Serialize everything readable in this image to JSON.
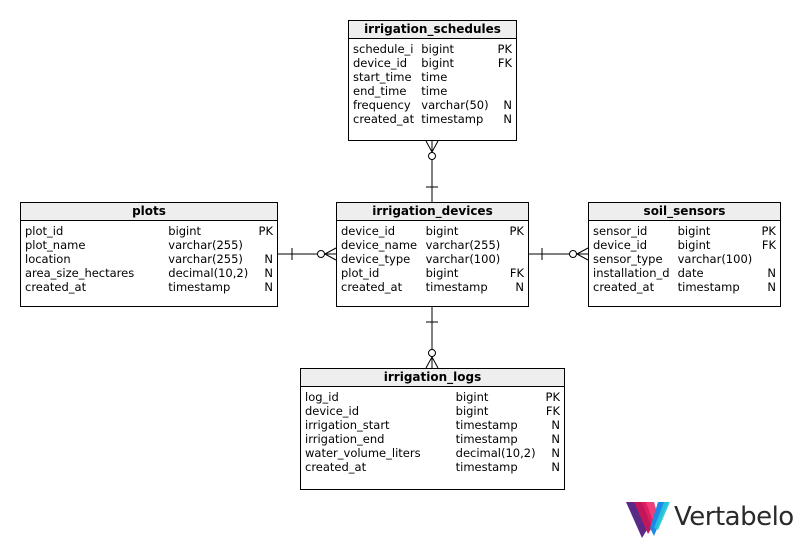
{
  "tables": {
    "irrigation_schedules": {
      "title": "irrigation_schedules",
      "rows": [
        [
          "schedule_i",
          "bigint",
          "PK"
        ],
        [
          "device_id",
          "bigint",
          "FK"
        ],
        [
          "start_time",
          "time",
          ""
        ],
        [
          "end_time",
          "time",
          ""
        ],
        [
          "frequency",
          "varchar(50)",
          "N"
        ],
        [
          "created_at",
          "timestamp",
          "N"
        ]
      ]
    },
    "plots": {
      "title": "plots",
      "rows": [
        [
          "plot_id",
          "bigint",
          "PK"
        ],
        [
          "plot_name",
          "varchar(255)",
          ""
        ],
        [
          "location",
          "varchar(255)",
          "N"
        ],
        [
          "area_size_hectares",
          "decimal(10,2)",
          "N"
        ],
        [
          "created_at",
          "timestamp",
          "N"
        ]
      ]
    },
    "irrigation_devices": {
      "title": "irrigation_devices",
      "rows": [
        [
          "device_id",
          "bigint",
          "PK"
        ],
        [
          "device_name",
          "varchar(255)",
          ""
        ],
        [
          "device_type",
          "varchar(100)",
          ""
        ],
        [
          "plot_id",
          "bigint",
          "FK"
        ],
        [
          "created_at",
          "timestamp",
          "N"
        ]
      ]
    },
    "soil_sensors": {
      "title": "soil_sensors",
      "rows": [
        [
          "sensor_id",
          "bigint",
          "PK"
        ],
        [
          "device_id",
          "bigint",
          "FK"
        ],
        [
          "sensor_type",
          "varchar(100)",
          ""
        ],
        [
          "installation_d",
          "date",
          "N"
        ],
        [
          "created_at",
          "timestamp",
          "N"
        ]
      ]
    },
    "irrigation_logs": {
      "title": "irrigation_logs",
      "rows": [
        [
          "log_id",
          "bigint",
          "PK"
        ],
        [
          "device_id",
          "bigint",
          "FK"
        ],
        [
          "irrigation_start",
          "timestamp",
          "N"
        ],
        [
          "irrigation_end",
          "timestamp",
          "N"
        ],
        [
          "water_volume_liters",
          "decimal(10,2)",
          "N"
        ],
        [
          "created_at",
          "timestamp",
          "N"
        ]
      ]
    }
  },
  "logo": {
    "text": "Vertabelo",
    "colors": [
      "#5b2a86",
      "#c2185b",
      "#e91e63",
      "#1e88e5",
      "#26c6da"
    ]
  }
}
